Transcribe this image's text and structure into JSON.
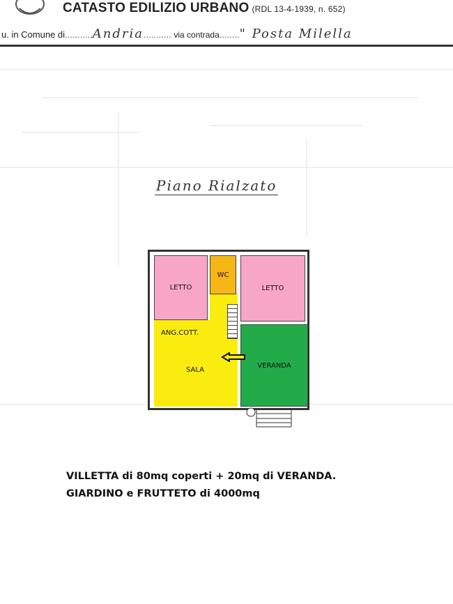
{
  "header": {
    "title": "CATASTO EDILIZIO URBANO",
    "subtitle": "(RDL 13-4-1939, n. 652)",
    "comune_label": "u. in Comune di",
    "comune_value": "Andria",
    "via_label": "via contrada",
    "via_value": "\" Posta Milella"
  },
  "plan": {
    "title": "Piano Rialzato",
    "rooms": {
      "letto_left": "LETTO",
      "wc": "WC",
      "letto_right": "LETTO",
      "ang_cott": "ANG.COTT.",
      "sala": "SALA",
      "veranda": "VERANDA"
    },
    "colors": {
      "letto": "#f7a6c8",
      "wc": "#f6b616",
      "sala": "#fbec0f",
      "veranda": "#23ab4a"
    }
  },
  "notes": {
    "line1": "VILLETTA di 80mq coperti + 20mq di VERANDA.",
    "line2": "GIARDINO e FRUTTETO di 4000mq"
  }
}
